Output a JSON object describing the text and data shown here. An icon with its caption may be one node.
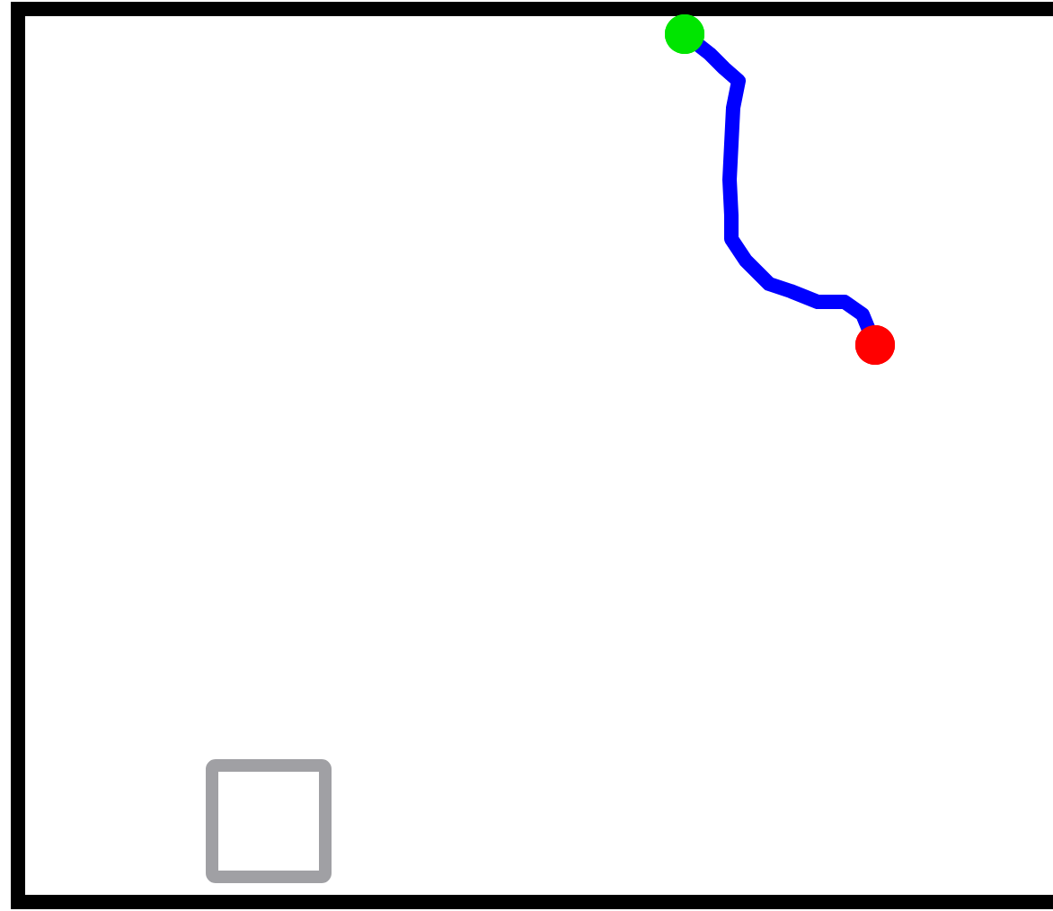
{
  "diagram": {
    "nodes": [
      {
        "text": [],
        "shape": "circle"
      },
      {
        "text": [],
        "shape": "circle"
      }
    ],
    "edges": [
      {
        "from": 0,
        "to": 1,
        "arrow": "none",
        "color": "#0000ff"
      }
    ]
  }
}
